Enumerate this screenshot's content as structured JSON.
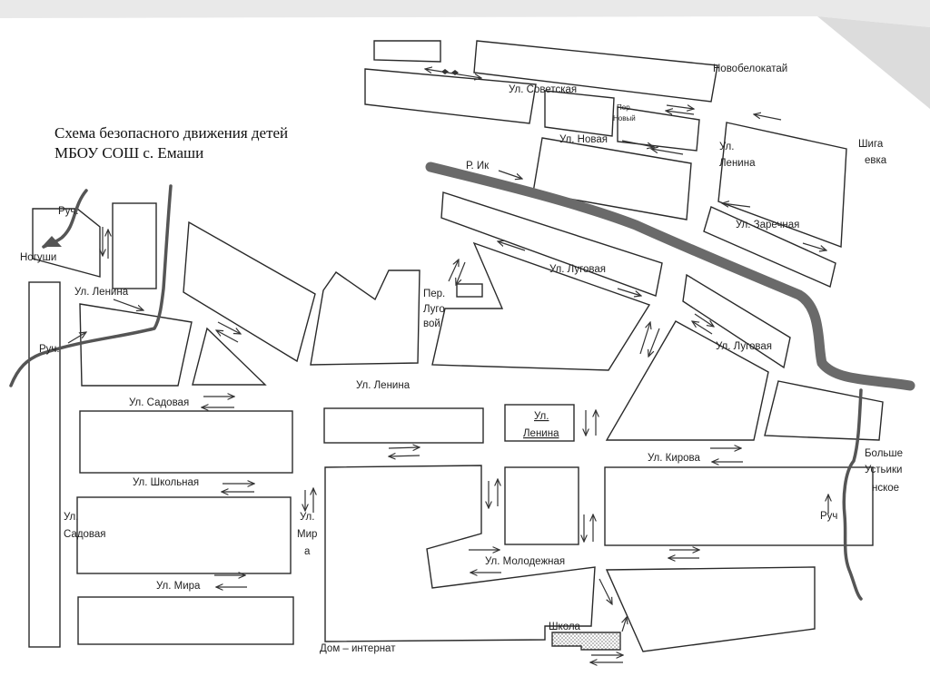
{
  "title_line1": "Схема безопасного движения детей",
  "title_line2": "МБОУ СОШ с. Емаши",
  "colors": {
    "background": "#ffffff",
    "outline": "#2a2a2a",
    "river": "#6a6a6a",
    "school_hatch": "#9a9a9a"
  },
  "labels": {
    "novobelokatay": "Новобелокатай",
    "sovetskaya": "Ул. Советская",
    "per_noviy_1": "Пер.",
    "per_noviy_2": "Новый",
    "novaya": "Ул. Новая",
    "lenina_ne_1": "Ул.",
    "lenina_ne_2": "Ленина",
    "shiga_1": "Шига",
    "shiga_2": "евка",
    "river_ik": "Р. Ик",
    "zarechnaya": "Ул. Заречная",
    "ruch_top": "Руч.",
    "nogushi": "Ногуши",
    "lenina_left": "Ул. Ленина",
    "ruch_left": "Руч.",
    "lugovaya_1": "Ул. Луговая",
    "per_lug_1": "Пер.",
    "per_lug_2": "Луго",
    "per_lug_3": "вой",
    "lugovaya_2": "Ул. Луговая",
    "lenina_center": "Ул. Ленина",
    "sadovaya_h": "Ул. Садовая",
    "lenina_box_1": "Ул.",
    "lenina_box_2": "Ленина",
    "kirova": "Ул. Кирова",
    "bolshe_1": "Больше",
    "bolshe_2": "Устьики",
    "bolshe_3": "нское",
    "shkolnaya": "Ул. Школьная",
    "mira_v_1": "Ул.",
    "mira_v_2": "Мир",
    "mira_v_3": "а",
    "sadovaya_v_1": "Ул.",
    "sadovaya_v_2": "Садовая",
    "ruch_right": "Руч",
    "molodezhnaya": "Ул. Молодежная",
    "mira_h": "Ул. Мира",
    "school": "Школа",
    "internat": "Дом – интернат"
  }
}
